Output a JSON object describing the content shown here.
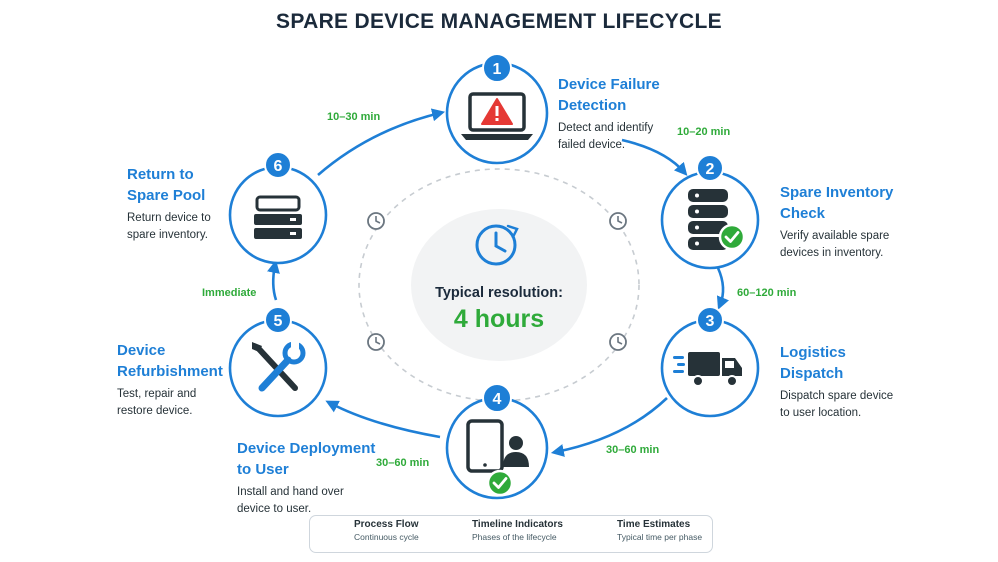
{
  "title": "SPARE DEVICE MANAGEMENT LIFECYCLE",
  "center": {
    "label": "Typical resolution:",
    "value": "4 hours"
  },
  "steps": [
    {
      "number": "1",
      "title_lines": [
        "Device Failure",
        "Detection"
      ],
      "desc_lines": [
        "Detect and identify",
        "failed device."
      ],
      "icon": "laptop-alert-icon"
    },
    {
      "number": "2",
      "title_lines": [
        "Spare Inventory",
        "Check"
      ],
      "desc_lines": [
        "Verify available spare",
        "devices in inventory."
      ],
      "icon": "server-check-icon"
    },
    {
      "number": "3",
      "title_lines": [
        "Logistics",
        "Dispatch"
      ],
      "desc_lines": [
        "Dispatch spare device",
        "to user location."
      ],
      "icon": "delivery-truck-icon"
    },
    {
      "number": "4",
      "title_lines": [
        "Device Deployment",
        "to User"
      ],
      "desc_lines": [
        "Install and hand over",
        "device to user."
      ],
      "icon": "tablet-user-icon"
    },
    {
      "number": "5",
      "title_lines": [
        "Device",
        "Refurbishment"
      ],
      "desc_lines": [
        "Test, repair and",
        "restore device."
      ],
      "icon": "wrench-screwdriver-icon"
    },
    {
      "number": "6",
      "title_lines": [
        "Return to",
        "Spare Pool"
      ],
      "desc_lines": [
        "Return device to",
        "spare inventory."
      ],
      "icon": "storage-stack-icon"
    }
  ],
  "transitions": [
    {
      "from": "1",
      "to": "2",
      "time": "10–20 min"
    },
    {
      "from": "2",
      "to": "3",
      "time": "60–120 min"
    },
    {
      "from": "3",
      "to": "4",
      "time": "30–60 min"
    },
    {
      "from": "4",
      "to": "5",
      "time": "30–60 min"
    },
    {
      "from": "5",
      "to": "6",
      "time": "Immediate"
    },
    {
      "from": "6",
      "to": "1",
      "time": "10–30 min"
    }
  ],
  "legend": [
    {
      "title": "Process Flow",
      "subtitle": "Continuous cycle",
      "icon": "arrow-right-icon"
    },
    {
      "title": "Timeline Indicators",
      "subtitle": "Phases of the lifecycle",
      "icon": "dashed-circle-icon"
    },
    {
      "title": "Time Estimates",
      "subtitle": "Typical time per phase",
      "icon": "clock-icon"
    }
  ],
  "colors": {
    "primary": "#1e7fd6",
    "time": "#2faa3a",
    "alert": "#e53935",
    "dark": "#263238"
  }
}
